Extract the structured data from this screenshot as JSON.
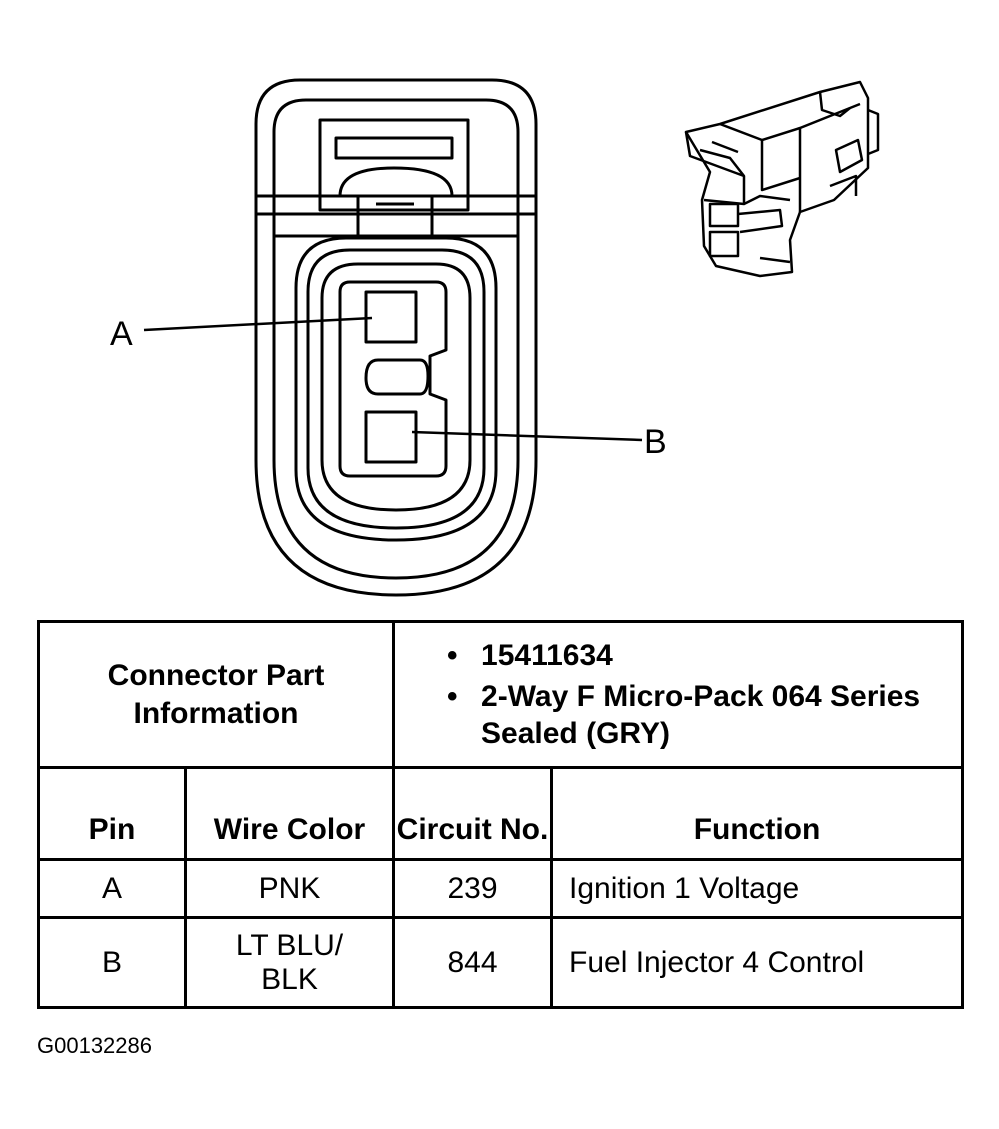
{
  "pins": {
    "a_label": "A",
    "b_label": "B"
  },
  "table": {
    "part_info_label": "Connector Part Information",
    "part_number": "15411634",
    "part_description": "2-Way F Micro-Pack 064 Series Sealed (GRY)",
    "headers": {
      "pin": "Pin",
      "wire_color": "Wire Color",
      "circuit": "Circuit No.",
      "function": "Function"
    },
    "rows": [
      {
        "pin": "A",
        "wire_color": "PNK",
        "circuit": "239",
        "function": "Ignition 1 Voltage"
      },
      {
        "pin": "B",
        "wire_color": "LT BLU/\nBLK",
        "circuit": "844",
        "function": "Fuel Injector 4 Control"
      }
    ]
  },
  "figure_id": "G00132286"
}
